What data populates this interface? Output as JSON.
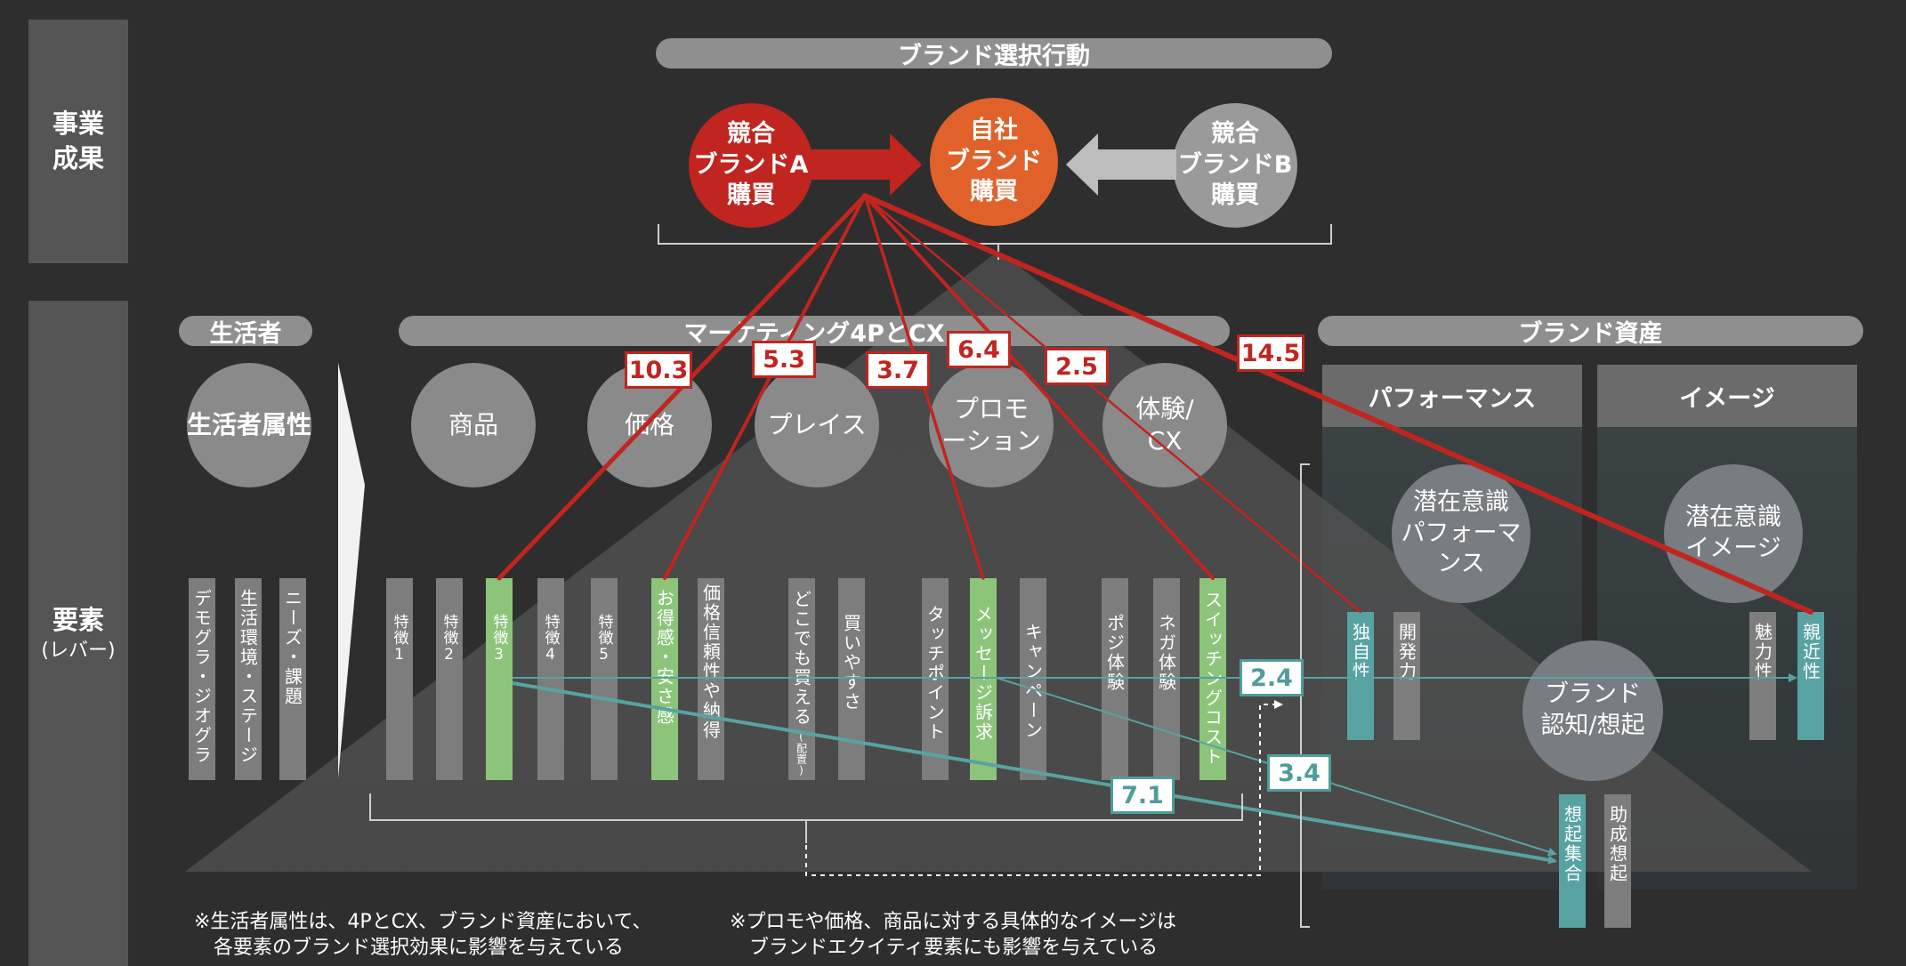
{
  "side_labels": {
    "business": "事業\n成果",
    "elements": "要素",
    "elements_sub": "(レバー)"
  },
  "sections": {
    "brand_choice": "ブランド選択行動",
    "consumer": "生活者",
    "marketing": "マーケティング4PとCX",
    "brand_assets": "ブランド資産"
  },
  "purchase_circles": {
    "competitor_a": "競合\nブランドA\n購買",
    "own": "自社\nブランド\n購買",
    "competitor_b": "競合\nブランドB\n購買"
  },
  "colors": {
    "red": "#c0251f",
    "orange": "#e0622a",
    "light_gray": "#9a9a9a",
    "green": "#8cc57a",
    "teal": "#58a3a2",
    "bar_gray": "#7d7d7d",
    "background": "#2e2e2e"
  },
  "consumer_circle": "生活者属性",
  "marketing_circles": {
    "product": "商品",
    "price": "価格",
    "place": "プレイス",
    "promotion": "プロモ\nーション",
    "experience": "体験/\nCX"
  },
  "asset_headers": {
    "performance": "パフォーマンス",
    "image": "イメージ"
  },
  "asset_circles": {
    "latent_performance": "潜在意識\nパフォーマンス",
    "latent_image": "潜在意識\nイメージ",
    "awareness": "ブランド\n認知/想起"
  },
  "consumer_bars": [
    "デモグラ・ジオグラ",
    "生活環境・ステージ",
    "ニーズ・課題"
  ],
  "product_bars": [
    "特徴1",
    "特徴2",
    "特徴3",
    "特徴4",
    "特徴5"
  ],
  "price_bars": [
    "お得感・安さ感",
    "価格信頼性や納得"
  ],
  "place_bars": [
    "どこでも買える",
    "(配置)",
    "買いやすさ"
  ],
  "promotion_bars": [
    "タッチポイント",
    "メッセージ訴求",
    "キャンペーン"
  ],
  "experience_bars": [
    "ポジ体験",
    "ネガ体験",
    "スイッチングコスト"
  ],
  "performance_bars": [
    "独自性",
    "開発力"
  ],
  "image_bars": [
    "魅力性",
    "親近性"
  ],
  "recall_bars": [
    "想起集合",
    "助成想起"
  ],
  "red_values": [
    "10.3",
    "5.3",
    "3.7",
    "6.4",
    "2.5",
    "14.5"
  ],
  "teal_values": [
    "2.4",
    "3.4",
    "7.1"
  ],
  "notes": {
    "left": "※生活者属性は、4PとCX、ブランド資産において、\n　各要素のブランド選択効果に影響を与えている",
    "right": "※プロモや価格、商品に対する具体的なイメージは\n　ブランドエクイティ要素にも影響を与えている"
  }
}
